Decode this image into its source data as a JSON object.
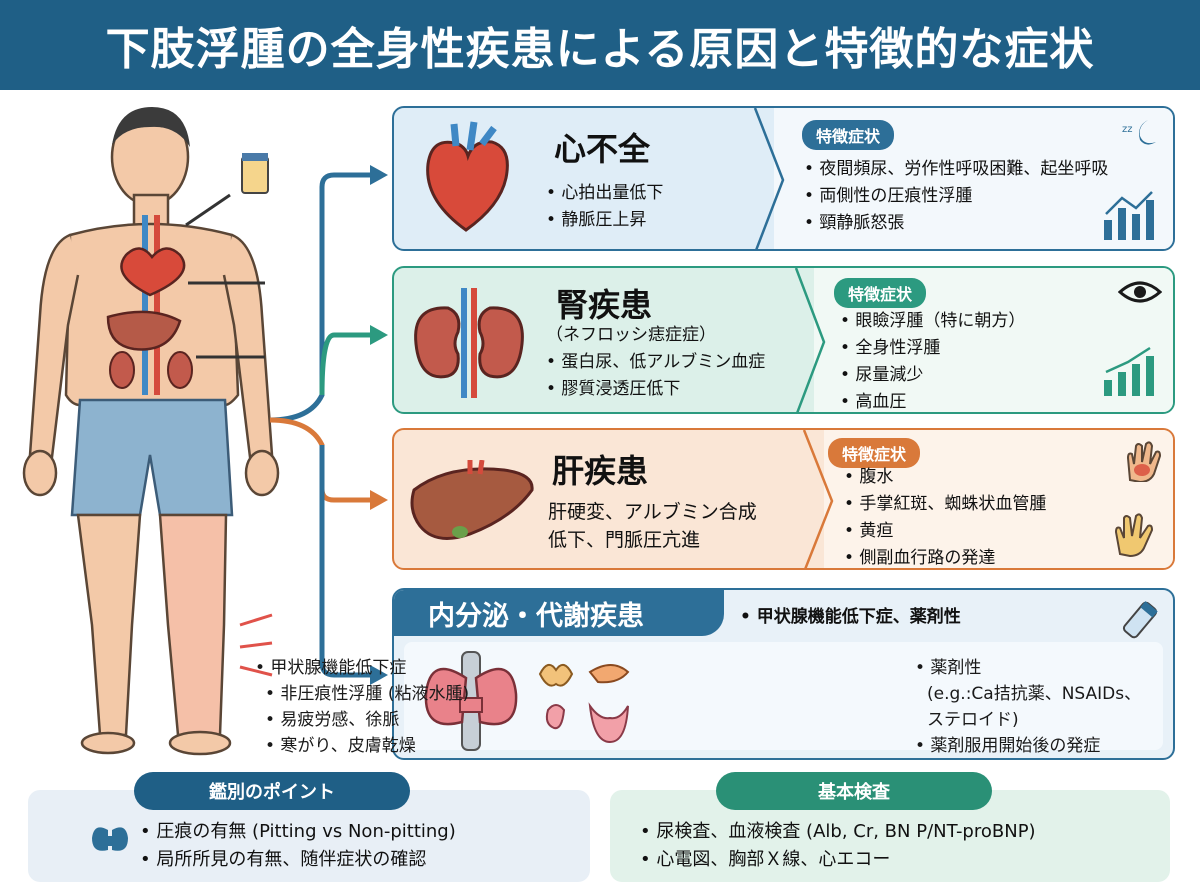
{
  "title": "下肢浮腫の全身性疾患による原因と特徴的な症状",
  "colors": {
    "title_bg": "#1f5f86",
    "heart": "#2d6f98",
    "kidney": "#2c9a80",
    "liver": "#d9793a",
    "endo": "#2d6f98"
  },
  "heart": {
    "name": "心不全",
    "causes": [
      "• 心拍出量低下",
      "• 静脈圧上昇"
    ],
    "symptoms_label": "特徴症状",
    "symptoms": [
      "• 夜間頻尿、労作性呼吸困難、起坐呼吸",
      "• 両側性の圧痕性浮腫",
      "• 頸静脈怒張"
    ]
  },
  "kidney": {
    "name": "腎疾患",
    "causes": [
      "（ネフロッシ痣症症）",
      "• 蛋白尿、低アルブミン血症",
      "• 膠質浸透圧低下"
    ],
    "symptoms_label": "特徴症状",
    "symptoms": [
      "• 眼瞼浮腫（特に朝方）",
      "• 全身性浮腫",
      "• 尿量減少",
      "• 高血圧"
    ]
  },
  "liver": {
    "name": "肝疾患",
    "causes": [
      "肝硬変、アルブミン合成",
      "低下、門脈圧亢進"
    ],
    "symptoms_label": "特徴症状",
    "symptoms": [
      "• 腹水",
      "• 手掌紅斑、蜘蛛状血管腫",
      "• 黄疸",
      "• 側副血行路の発達"
    ]
  },
  "endo": {
    "name": "内分泌・代謝疾患",
    "summary": "• 甲状腺機能低下症、薬剤性",
    "col1": [
      "• 甲状腺機能低下症",
      "• 非圧痕性浮腫 (粘液水腫)",
      "• 易疲労感、徐脈",
      "• 寒がり、皮膚乾燥"
    ],
    "col2": [
      "• 薬剤性",
      "(e.g.:Ca拮抗薬、NSAIDs、",
      "ステロイド)",
      "• 薬剤服用開始後の発症"
    ]
  },
  "differential": {
    "label": "鑑別のポイント",
    "items": [
      "• 圧痕の有無 (Pitting vs Non-pitting)",
      "• 局所所見の有無、随伴症状の確認"
    ]
  },
  "tests": {
    "label": "基本検査",
    "items": [
      "• 尿検査、血液検査 (Alb, Cr, BN P/NT-proBNP)",
      "• 心電図、胸部Ｘ線、心エコー"
    ]
  }
}
